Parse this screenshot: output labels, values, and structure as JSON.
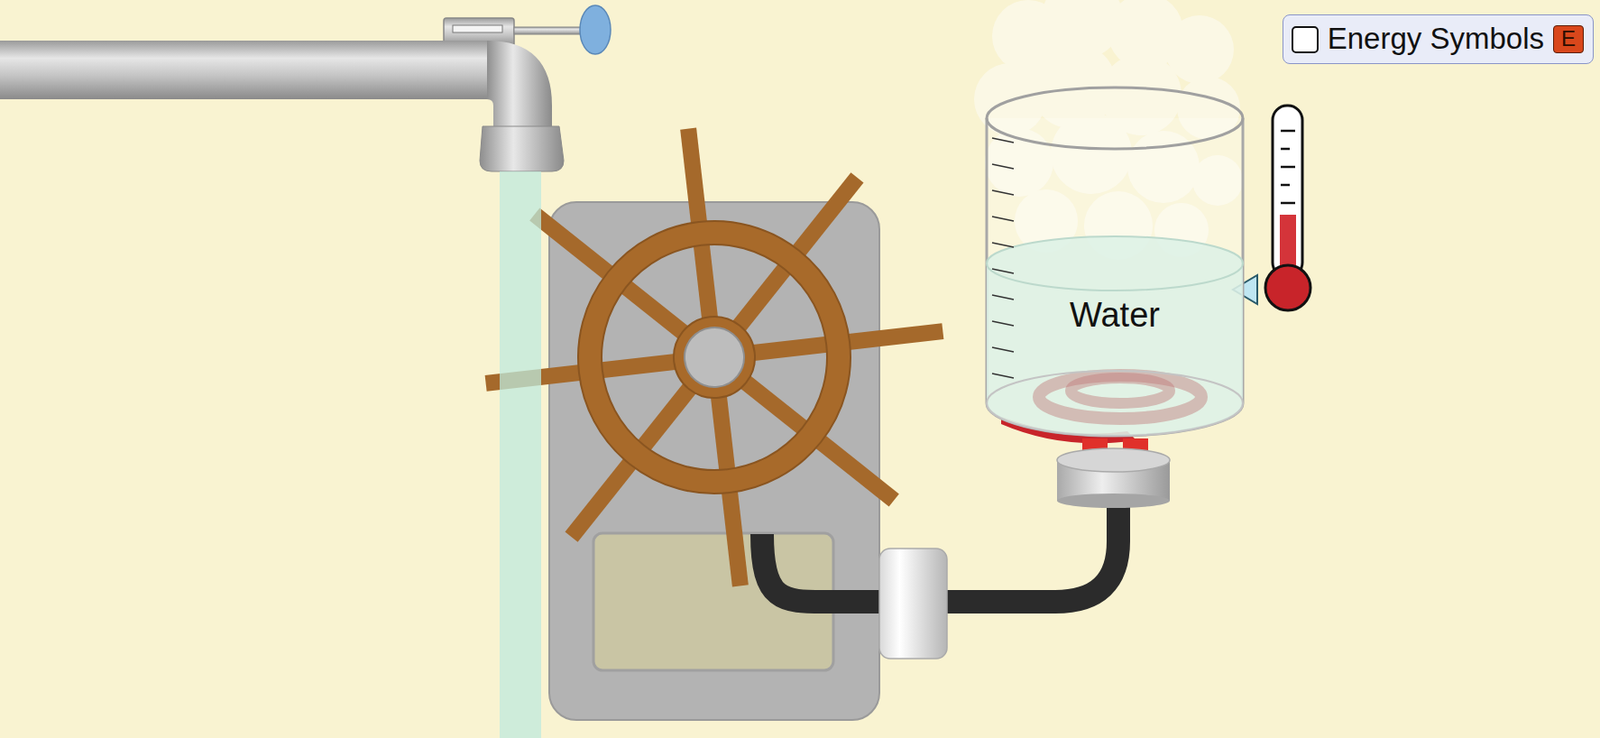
{
  "diagram": {
    "nodes": [
      {
        "text": [
          "Energy Symbols"
        ]
      },
      {
        "text": [
          "E"
        ],
        "in": 0
      },
      {
        "text": [
          "Water"
        ]
      }
    ]
  }
}
